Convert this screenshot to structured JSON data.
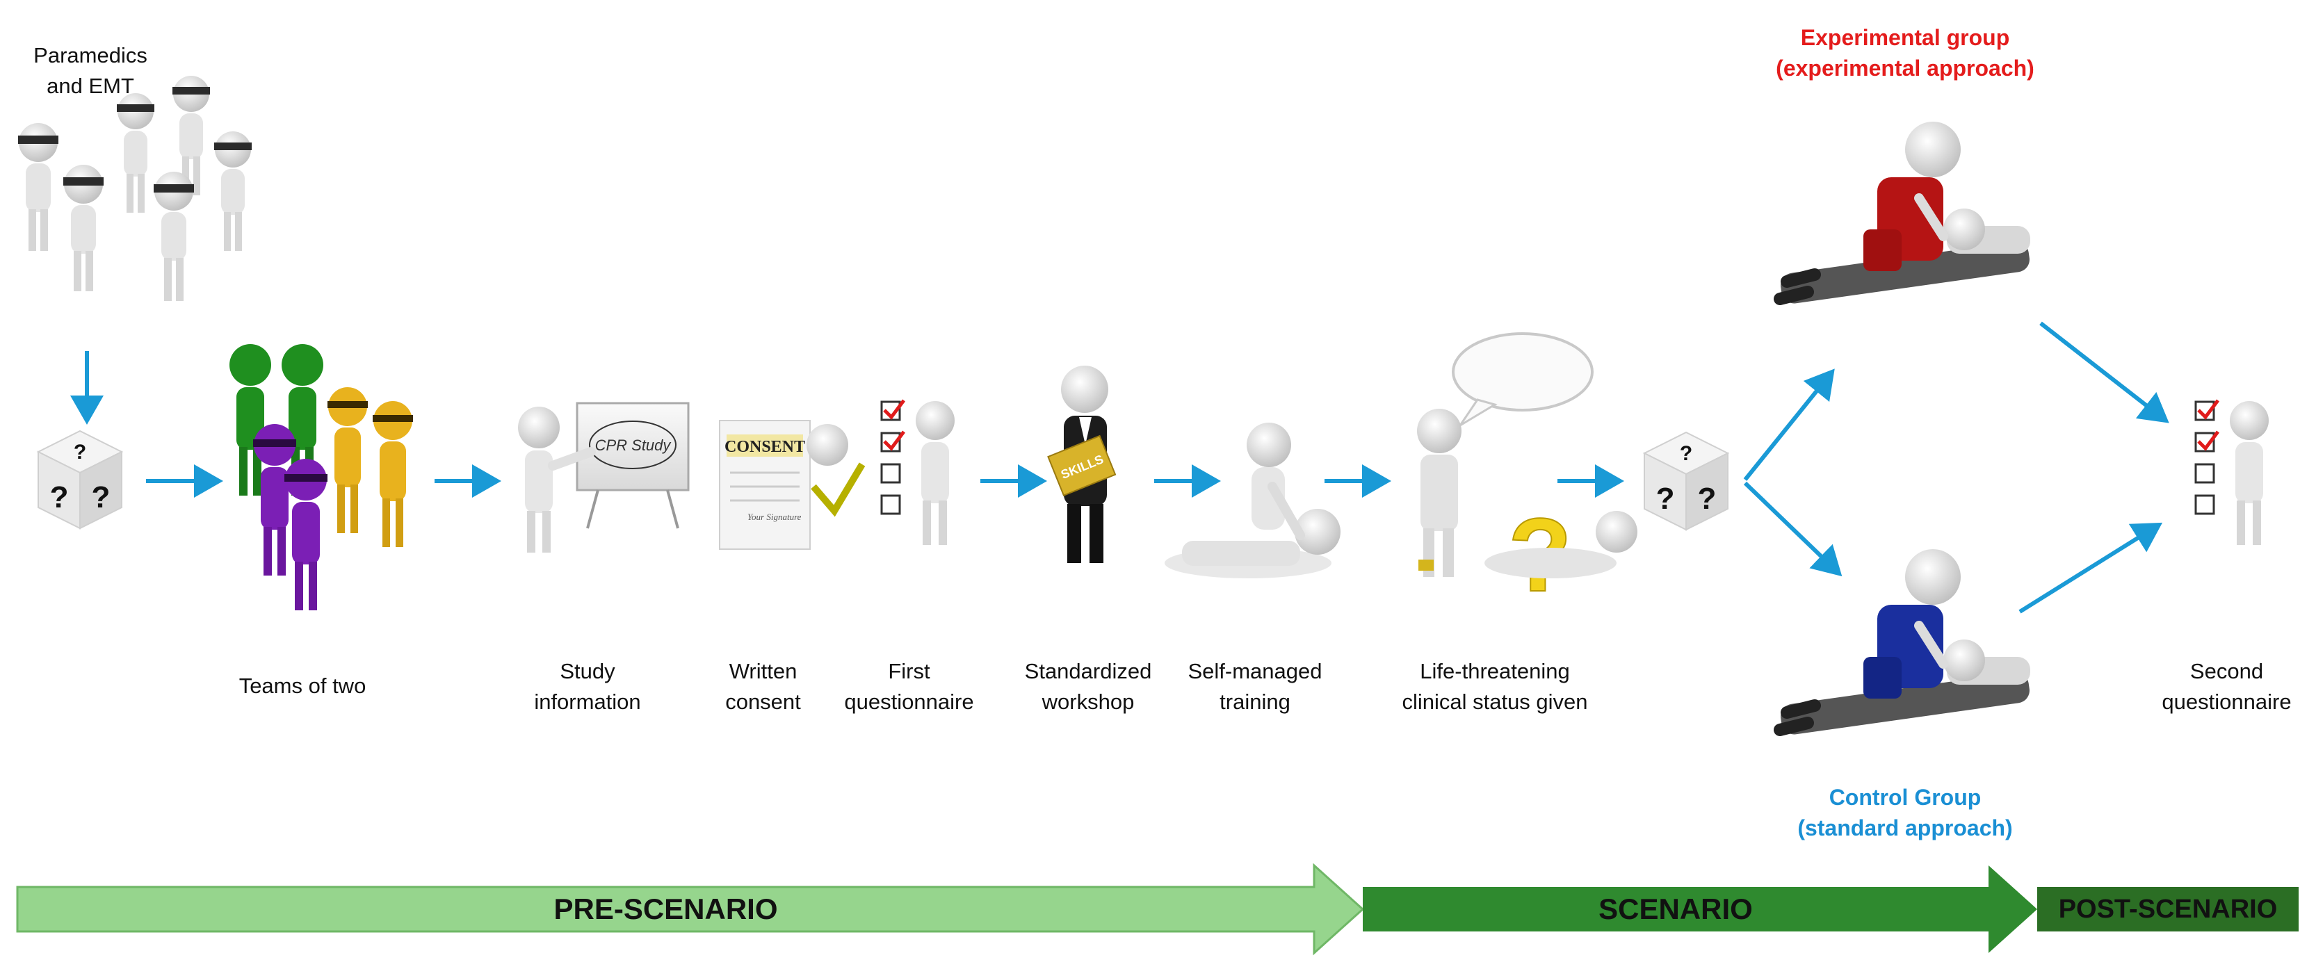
{
  "top_group": {
    "line1": "Paramedics",
    "line2": "and EMT"
  },
  "steps": [
    {
      "id": "teams",
      "lines": [
        "Teams of two"
      ]
    },
    {
      "id": "study-info",
      "lines": [
        "Study",
        "information"
      ]
    },
    {
      "id": "consent",
      "lines": [
        "Written",
        "consent"
      ]
    },
    {
      "id": "first-q",
      "lines": [
        "First",
        "questionnaire"
      ]
    },
    {
      "id": "workshop",
      "lines": [
        "Standardized",
        "workshop"
      ]
    },
    {
      "id": "training",
      "lines": [
        "Self-managed",
        "training"
      ]
    },
    {
      "id": "clinical",
      "lines": [
        "Life-threatening",
        "clinical status given"
      ]
    },
    {
      "id": "second-q",
      "lines": [
        "Second",
        "questionnaire"
      ]
    }
  ],
  "experimental": {
    "line1": "Experimental group",
    "line2": "(experimental approach)",
    "color": "#e41c1c"
  },
  "control": {
    "line1": "Control Group",
    "line2": "(standard approach)",
    "color": "#1a8fd4"
  },
  "phases": {
    "pre": {
      "label": "PRE-SCENARIO",
      "color": "#96d58d"
    },
    "scenario": {
      "label": "SCENARIO",
      "color": "#2f8a2f"
    },
    "post": {
      "label": "POST-SCENARIO",
      "color": "#2b6e24"
    }
  },
  "icons": {
    "flipchart_text": "CPR Study",
    "consent_text": "CONSENT",
    "signature_text": "Your Signature",
    "folder_text": "SKILLS"
  },
  "arrow_color": "#1a9ad6"
}
